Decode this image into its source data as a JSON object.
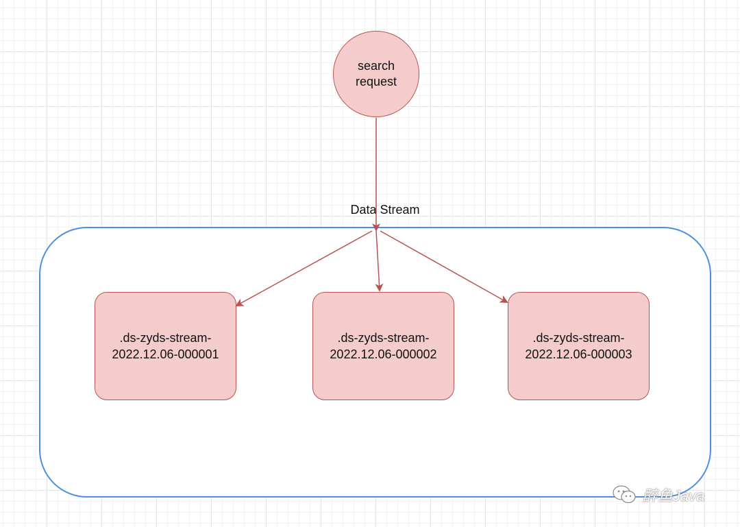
{
  "diagram": {
    "request_node": {
      "line1": "search",
      "line2": "request"
    },
    "container": {
      "label": "Data Stream"
    },
    "indices": [
      {
        "line1": ".ds-zyds-stream-",
        "line2": "2022.12.06-000001"
      },
      {
        "line1": ".ds-zyds-stream-",
        "line2": "2022.12.06-000002"
      },
      {
        "line1": ".ds-zyds-stream-",
        "line2": "2022.12.06-000003"
      }
    ],
    "colors": {
      "node_fill": "#f4cccc",
      "node_stroke": "#b85450",
      "container_stroke": "#4a90e2",
      "edge": "#b85450"
    }
  },
  "watermark": {
    "icon": "wechat-icon",
    "text": "醉鱼Java"
  }
}
